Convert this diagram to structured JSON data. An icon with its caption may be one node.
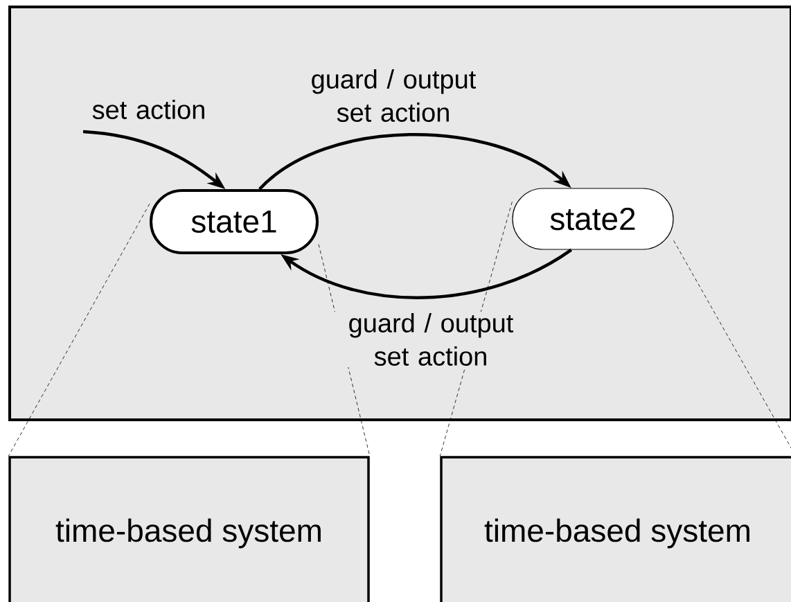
{
  "diagram": {
    "nodes": [
      {
        "text": [],
        "shape": "box"
      },
      {
        "text": [
          "state1"
        ],
        "in": 0
      },
      {
        "text": [
          "state2"
        ],
        "in": 0
      },
      {
        "text": [
          "time-based system"
        ]
      },
      {
        "text": [
          "time-based system"
        ]
      }
    ],
    "edges": [
      {
        "from": null,
        "to": 1,
        "arrow": "to",
        "label": "set action",
        "style": "thick"
      },
      {
        "from": 1,
        "to": 2,
        "arrow": "to",
        "label": "guard / output set action",
        "style": "thick"
      },
      {
        "from": 2,
        "to": 1,
        "arrow": "to",
        "label": "guard / output set action",
        "style": "thick"
      },
      {
        "from": 1,
        "to": 3,
        "arrow": "none",
        "style": "dashed"
      },
      {
        "from": 1,
        "to": 3,
        "arrow": "none",
        "style": "dashed"
      },
      {
        "from": 2,
        "to": 4,
        "arrow": "none",
        "style": "dashed"
      },
      {
        "from": 2,
        "to": 4,
        "arrow": "none",
        "style": "dashed"
      }
    ]
  }
}
